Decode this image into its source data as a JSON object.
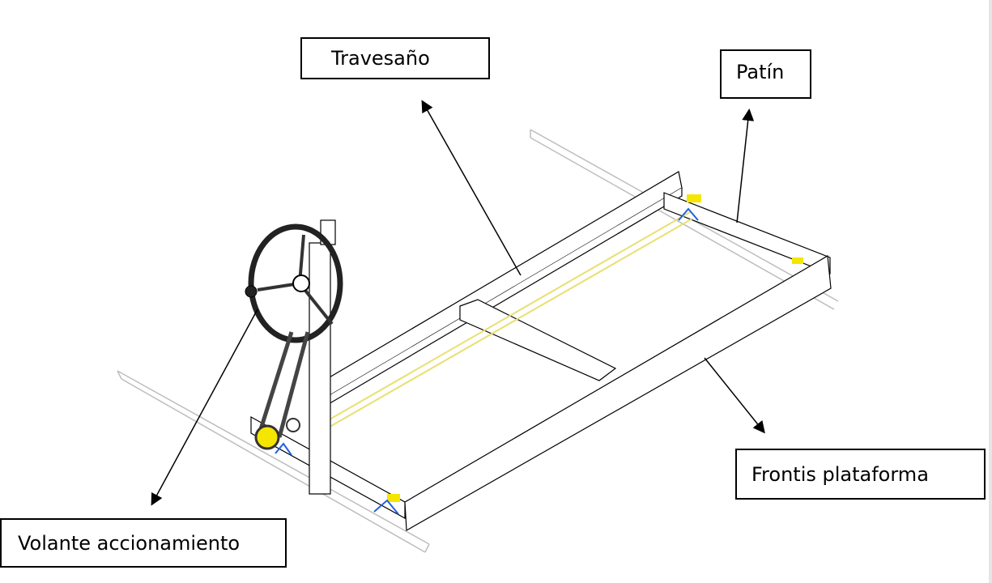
{
  "labels": {
    "travesano": "Travesaño",
    "patin": "Patín",
    "frontis": "Frontis plataforma",
    "volante": "Volante accionamiento"
  },
  "colors": {
    "line": "#000000",
    "rail": "#bdbdbd",
    "shaft": "#e8e070",
    "accent_yellow": "#f5e600",
    "accent_blue": "#2060e0"
  }
}
